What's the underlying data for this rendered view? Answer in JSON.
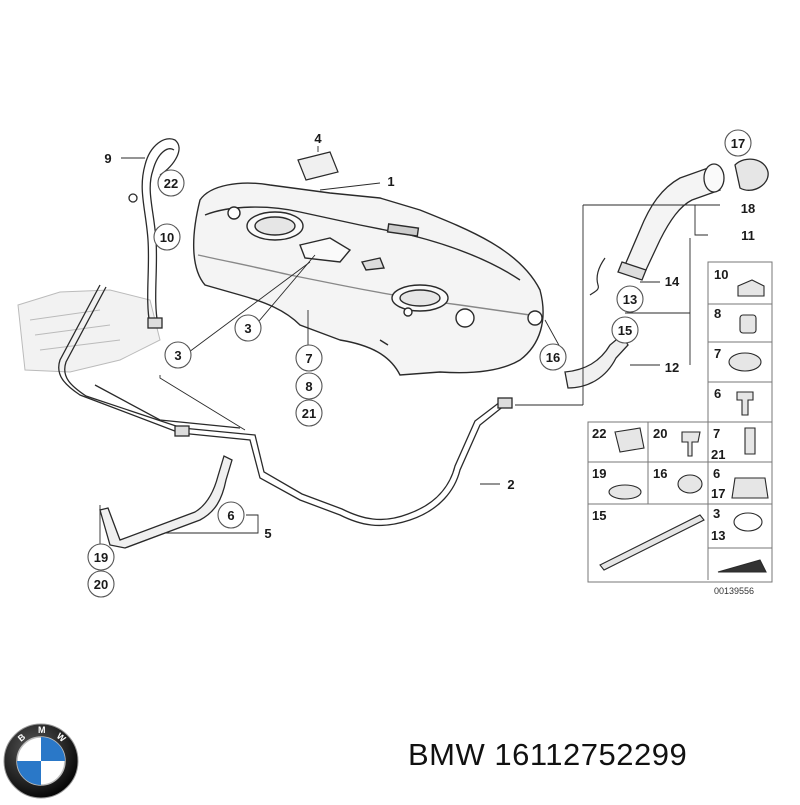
{
  "diagram": {
    "reference_code": "00139556",
    "callouts": {
      "c1": "1",
      "c2": "2",
      "c3a": "3",
      "c3b": "3",
      "c4": "4",
      "c5": "5",
      "c6": "6",
      "c7": "7",
      "c8": "8",
      "c9": "9",
      "c10": "10",
      "c11": "11",
      "c12": "12",
      "c13": "13",
      "c14": "14",
      "c15": "15",
      "c16": "16",
      "c17": "17",
      "c18": "18",
      "c19": "19",
      "c20": "20",
      "c21": "21",
      "c22": "22"
    },
    "parts_panel": {
      "p10": "10",
      "p8": "8",
      "p7": "7",
      "p6": "6",
      "p22": "22",
      "p20": "20",
      "p7b": "7",
      "p21": "21",
      "p19": "19",
      "p16": "16",
      "p6b": "6",
      "p17": "17",
      "p15": "15",
      "p3": "3",
      "p13": "13"
    }
  },
  "brand": {
    "logo_letters": "BMW",
    "caption": "BMW 16112752299"
  },
  "colors": {
    "line": "#2a2a2a",
    "part_fill": "#e6e6e6",
    "logo_blue": "#2a78c8",
    "logo_ring": "#1a1a1a"
  }
}
